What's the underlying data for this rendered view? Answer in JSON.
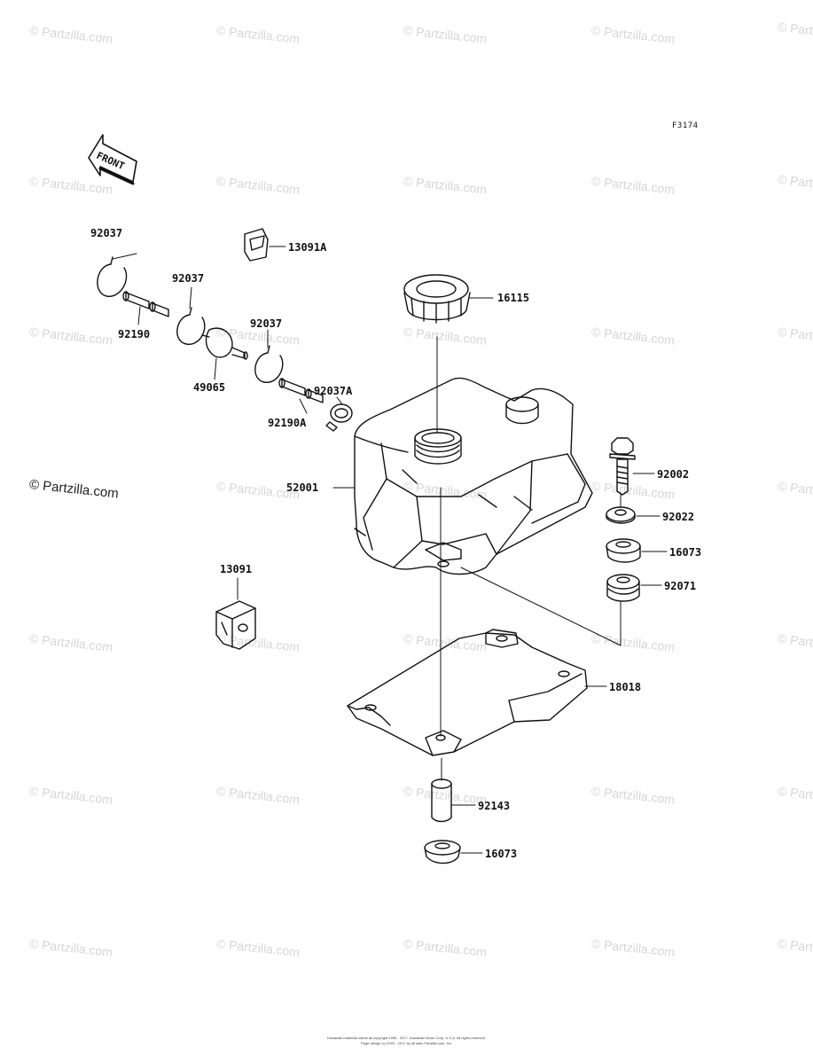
{
  "watermark": "© Partzilla.com",
  "figure_code": "F3174",
  "front_label": "FRONT",
  "copyright_line1": "Kawasaki materials within all copyright 1995 - 2017. Kawasaki Motor Corp. U.S.A. All rights reserved.",
  "copyright_line2": "Page design (c) 2003 - 2017 by all sites Partzilla.com, Inc.",
  "parts": [
    {
      "number": "92037"
    },
    {
      "number": "92190"
    },
    {
      "number": "92037"
    },
    {
      "number": "49065"
    },
    {
      "number": "92037"
    },
    {
      "number": "13091A"
    },
    {
      "number": "92037A"
    },
    {
      "number": "92190A"
    },
    {
      "number": "16115"
    },
    {
      "number": "52001"
    },
    {
      "number": "92002"
    },
    {
      "number": "92022"
    },
    {
      "number": "16073"
    },
    {
      "number": "92071"
    },
    {
      "number": "13091"
    },
    {
      "number": "18018"
    },
    {
      "number": "92143"
    },
    {
      "number": "16073"
    }
  ]
}
